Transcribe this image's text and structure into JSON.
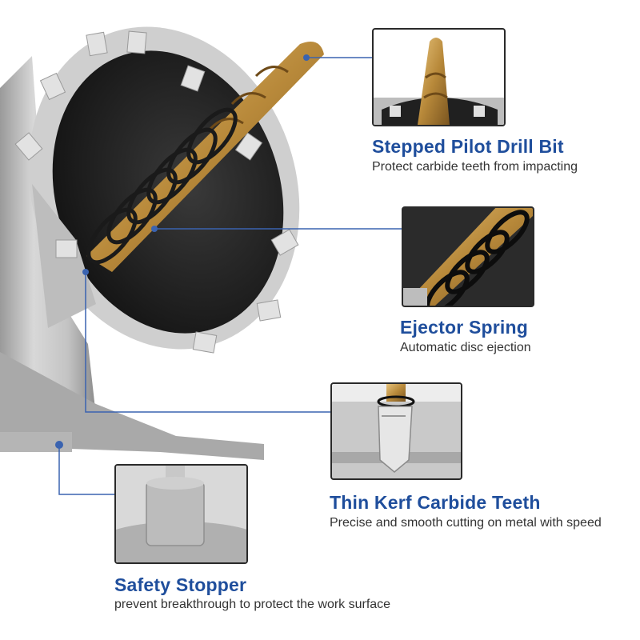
{
  "features": [
    {
      "title": "Stepped Pilot Drill Bit",
      "description": "Protect carbide teeth from impacting",
      "icon": "drill-bit-closeup"
    },
    {
      "title": "Ejector Spring",
      "description": "Automatic disc ejection",
      "icon": "spring-closeup"
    },
    {
      "title": "Thin Kerf Carbide Teeth",
      "description": "Precise and smooth cutting on metal with speed",
      "icon": "carbide-tooth-closeup"
    },
    {
      "title": "Safety Stopper",
      "description": "prevent breakthrough to protect the work surface",
      "icon": "stopper-closeup"
    }
  ],
  "colors": {
    "accent": "#1f4e9c",
    "leader_line": "#3a63b0",
    "text": "#333333",
    "steel": "#bfbfbf",
    "gold": "#b8893a",
    "spring": "#1a1a1a"
  }
}
